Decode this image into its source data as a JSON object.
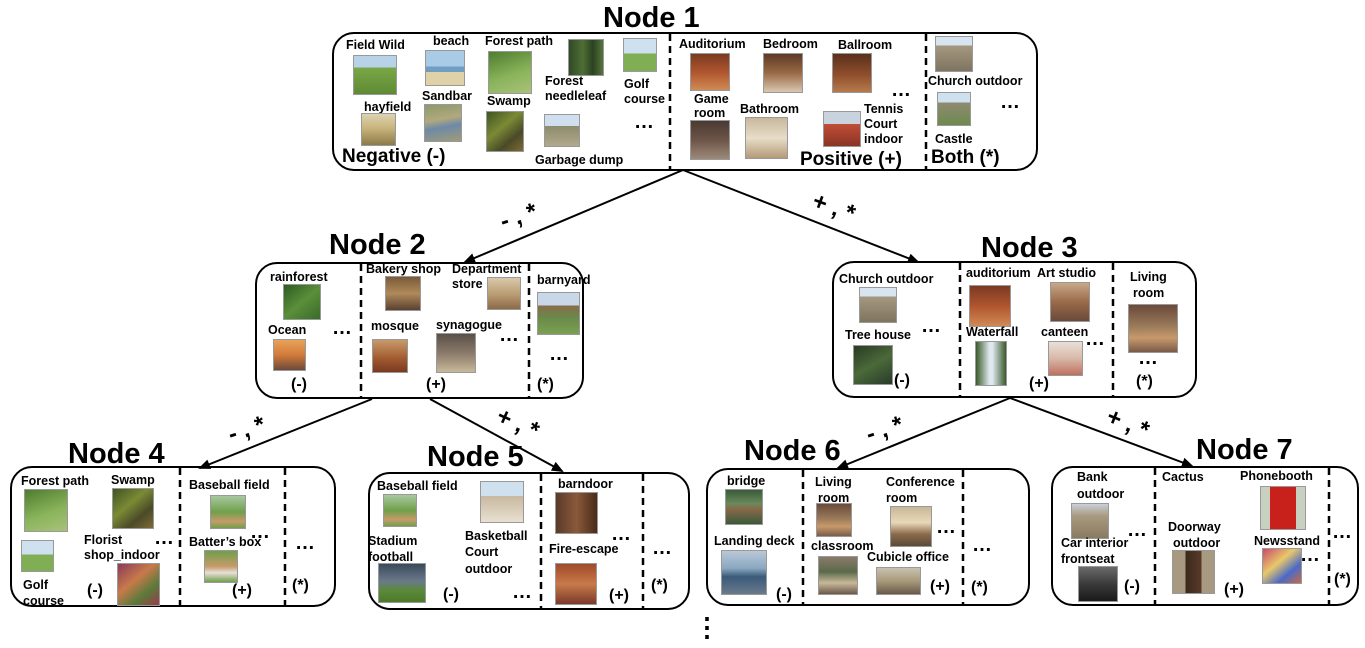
{
  "nodes": {
    "n1": {
      "title": "Node 1",
      "labels": {
        "field_wild": "Field Wild",
        "beach": "beach",
        "forest_path": "Forest path",
        "forest_needleleaf_1": "Forest",
        "forest_needleleaf_2": "needleleaf",
        "golf_course_1": "Golf",
        "golf_course_2": "course",
        "hayfield": "hayfield",
        "sandbar": "Sandbar",
        "swamp": "Swamp",
        "garbage_dump": "Garbage dump",
        "auditorium": "Auditorium",
        "bedroom": "Bedroom",
        "ballroom": "Ballroom",
        "game_room_1": "Game",
        "game_room_2": "room",
        "bathroom": "Bathroom",
        "tennis_1": "Tennis",
        "tennis_2": "Court",
        "tennis_3": "indoor",
        "church_outdoor": "Church outdoor",
        "castle": "Castle"
      },
      "negative": "Negative (-)",
      "positive": "Positive (+)",
      "both": "Both (*)",
      "ellipsis": "…"
    },
    "n2": {
      "title": "Node 2",
      "labels": {
        "rainforest": "rainforest",
        "ocean": "Ocean",
        "bakery": "Bakery shop",
        "dept_1": "Department",
        "dept_2": "store",
        "mosque": "mosque",
        "synagogue": "synagogue",
        "barnyard": "barnyard"
      },
      "neg": "(-)",
      "pos": "(+)",
      "both": "(*)",
      "ellipsis": "…"
    },
    "n3": {
      "title": "Node 3",
      "labels": {
        "church_outdoor": "Church outdoor",
        "tree_house": "Tree house",
        "auditorium": "auditorium",
        "art_studio": "Art studio",
        "waterfall": "Waterfall",
        "canteen": "canteen",
        "living_1": "Living",
        "living_2": "room"
      },
      "neg": "(-)",
      "pos": "(+)",
      "both": "(*)",
      "ellipsis": "…"
    },
    "n4": {
      "title": "Node 4",
      "labels": {
        "forest_path": "Forest path",
        "swamp": "Swamp",
        "golf_1": "Golf",
        "golf_2": "course",
        "florist": "Florist",
        "shop_indoor": "shop_indoor",
        "baseball_field": "Baseball field",
        "batters_box": "Batter’s box"
      },
      "neg": "(-)",
      "pos": "(+)",
      "both": "(*)",
      "ellipsis": "…"
    },
    "n5": {
      "title": "Node 5",
      "labels": {
        "baseball_field": "Baseball field",
        "stadium_1": "Stadium",
        "stadium_2": "football",
        "bball_1": "Basketball",
        "bball_2": "Court",
        "bball_3": "outdoor",
        "barndoor": "barndoor",
        "fire_escape": "Fire-escape"
      },
      "neg": "(-)",
      "pos": "(+)",
      "both": "(*)",
      "ellipsis": "…"
    },
    "n6": {
      "title": "Node 6",
      "labels": {
        "bridge": "bridge",
        "landing_deck": "Landing deck",
        "living_1": "Living",
        "living_2": "room",
        "conf_1": "Conference",
        "conf_2": "room",
        "classroom": "classroom",
        "cubicle": "Cubicle office"
      },
      "neg": "(-)",
      "pos": "(+)",
      "both": "(*)",
      "ellipsis": "…"
    },
    "n7": {
      "title": "Node 7",
      "labels": {
        "bank_1": "Bank",
        "bank_2": "outdoor",
        "car_1": "Car interior",
        "car_2": "frontseat",
        "cactus": "Cactus",
        "phonebooth": "Phonebooth",
        "doorway_1": "Doorway",
        "doorway_2": "outdoor",
        "newsstand": "Newsstand"
      },
      "neg": "(-)",
      "pos": "(+)",
      "both": "(*)",
      "ellipsis": "…"
    }
  },
  "edges": {
    "e12": "- , *",
    "e13": "+ , *",
    "e24": "- , *",
    "e25": "+ , *",
    "e36": "- , *",
    "e37": "+ , *"
  },
  "continuation": "⋮",
  "colors": {
    "outdoor_green": "#6fa04a",
    "sand": "#d9c79a",
    "water": "#7fa6c9",
    "interior_brown": "#9a6a45",
    "interior_red": "#b0552e",
    "stone": "#9b8f7c",
    "sky": "#cfe0ef",
    "dark_forest": "#2f4a26"
  }
}
